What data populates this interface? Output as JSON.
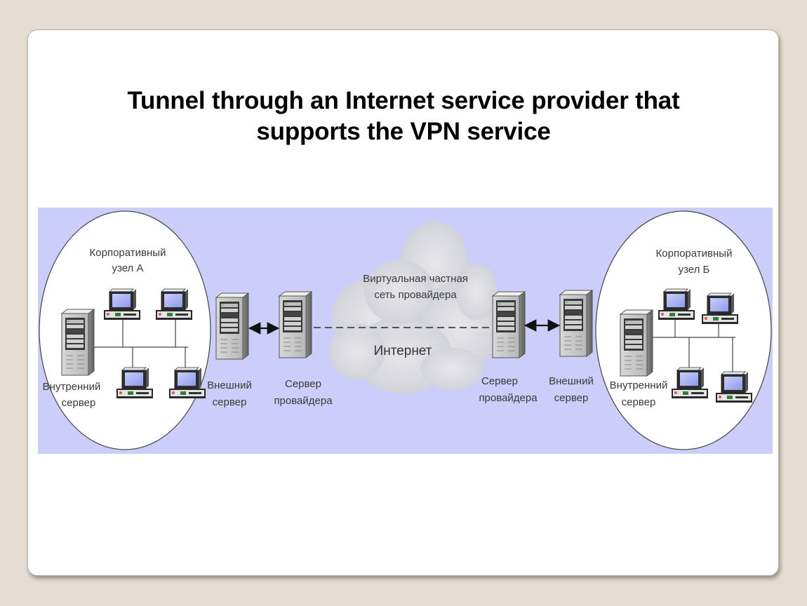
{
  "slide": {
    "title_lines": [
      "Tunnel through an Internet service provider that",
      "supports the VPN service"
    ]
  },
  "diagram": {
    "site_a": {
      "title_lines": [
        "Корпоративный",
        "узел А"
      ],
      "internal_server_lines": [
        "Внутренний",
        "сервер"
      ],
      "workstations": 4
    },
    "site_b": {
      "title_lines": [
        "Корпоративный",
        "узел Б"
      ],
      "internal_server_lines": [
        "Внутренний",
        "сервер"
      ],
      "workstations": 4
    },
    "left_external_server_lines": [
      "Внешний",
      "сервер"
    ],
    "left_provider_server_lines": [
      "Сервер",
      "провайдера"
    ],
    "right_provider_server_lines": [
      "Сервер",
      "провайдера"
    ],
    "right_external_server_lines": [
      "Внешний",
      "сервер"
    ],
    "cloud_label_lines": [
      "Виртуальная частная",
      "сеть провайдера"
    ],
    "internet_label": "Интернет",
    "colors": {
      "background": "#cccdf8",
      "site_fill": "#ffffff",
      "cloud": "#dcdce2",
      "screen": "#9fa8f0"
    }
  }
}
